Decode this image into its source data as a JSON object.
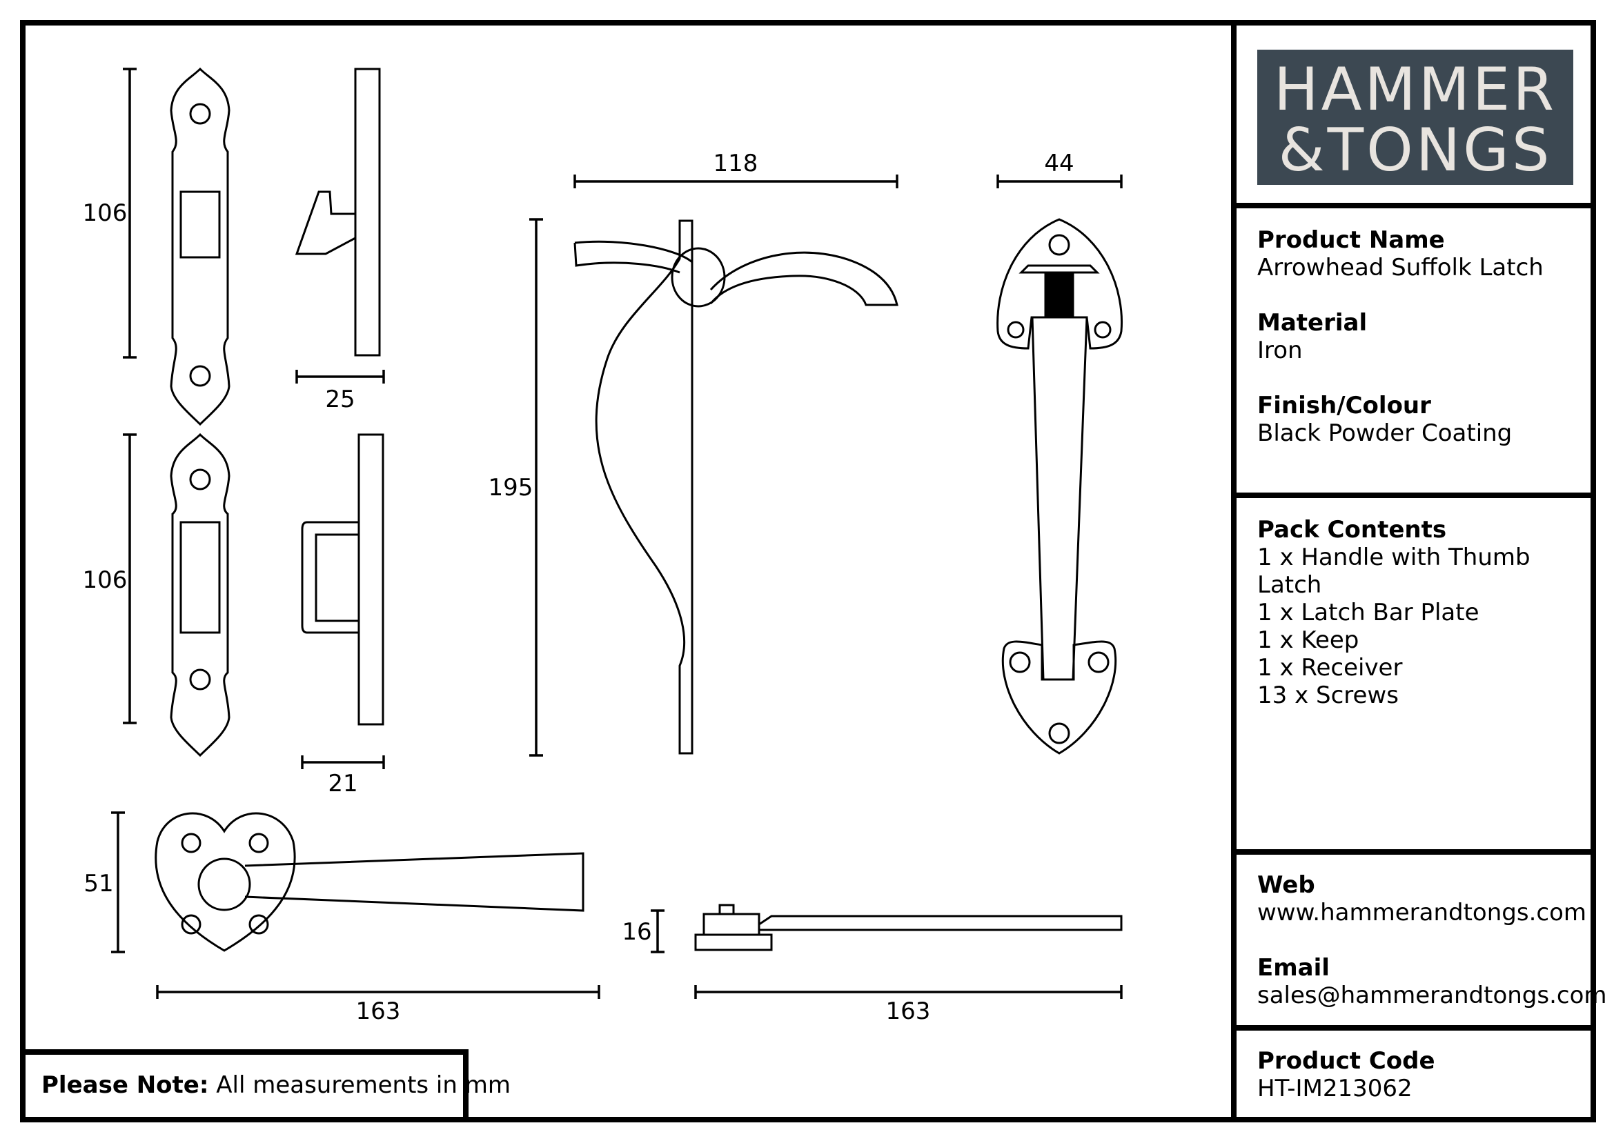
{
  "brand": {
    "line1": "HAMMER",
    "line2": "&TONGS"
  },
  "product": {
    "name_label": "Product Name",
    "name": "Arrowhead Suffolk Latch",
    "material_label": "Material",
    "material": "Iron",
    "finish_label": "Finish/Colour",
    "finish": "Black Powder Coating"
  },
  "pack": {
    "label": "Pack Contents",
    "items": [
      "1 x Handle with Thumb Latch",
      "1 x Latch Bar Plate",
      "1 x Keep",
      "1 x Receiver",
      "13 x Screws"
    ]
  },
  "contact": {
    "web_label": "Web",
    "web": "www.hammerandtongs.com",
    "email_label": "Email",
    "email": "sales@hammerandtongs.com"
  },
  "code": {
    "label": "Product Code",
    "value": "HT-IM213062"
  },
  "note": {
    "label": "Please Note:",
    "text": "All measurements in mm"
  },
  "dimensions": {
    "keep_height": "106",
    "keep_depth": "25",
    "receiver_height": "106",
    "receiver_depth": "21",
    "handle_height": "195",
    "handle_projection": "118",
    "handle_width": "44",
    "bar_height": "51",
    "bar_length": "163",
    "bar_plate_height": "16",
    "bar_plate_length": "163"
  }
}
